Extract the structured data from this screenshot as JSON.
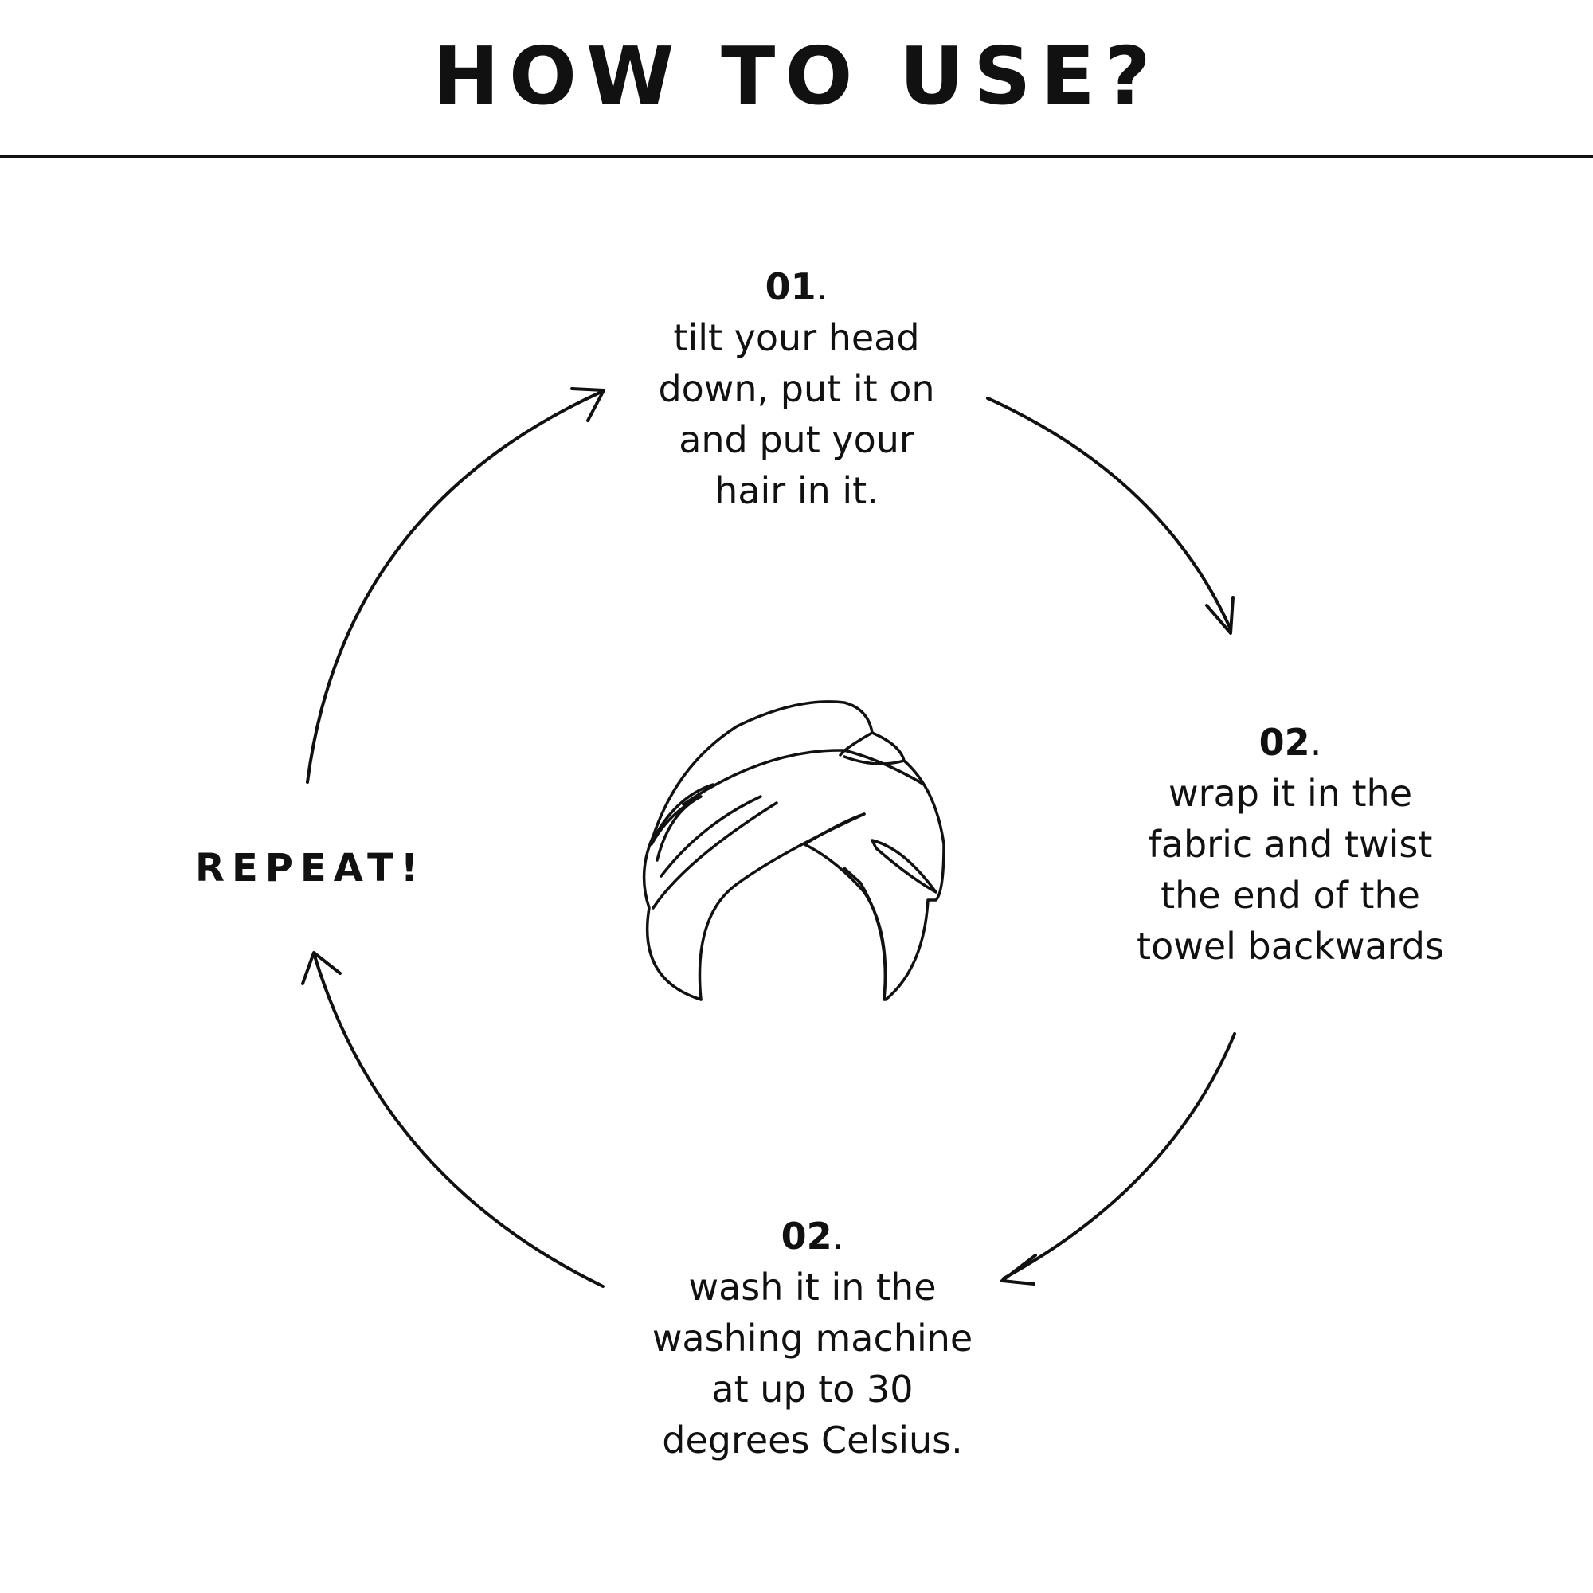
{
  "header": {
    "title": "HOW TO USE?"
  },
  "steps": [
    {
      "number": "01",
      "suffix": ".",
      "text": "tilt your head\ndown, put it on\nand put your\nhair in it."
    },
    {
      "number": "02",
      "suffix": ".",
      "text": "wrap it in the\nfabric and twist\nthe end of the\ntowel backwards"
    },
    {
      "number": "02",
      "suffix": ".",
      "text": "wash it in the\nwashing machine\nat up to 30\ndegrees Celsius."
    }
  ],
  "repeat_label": "REPEAT!",
  "icons": {
    "center": "hair-towel-turban-icon",
    "arrows": "arrow-icon"
  },
  "colors": {
    "stroke": "#111111",
    "background": "#ffffff"
  }
}
